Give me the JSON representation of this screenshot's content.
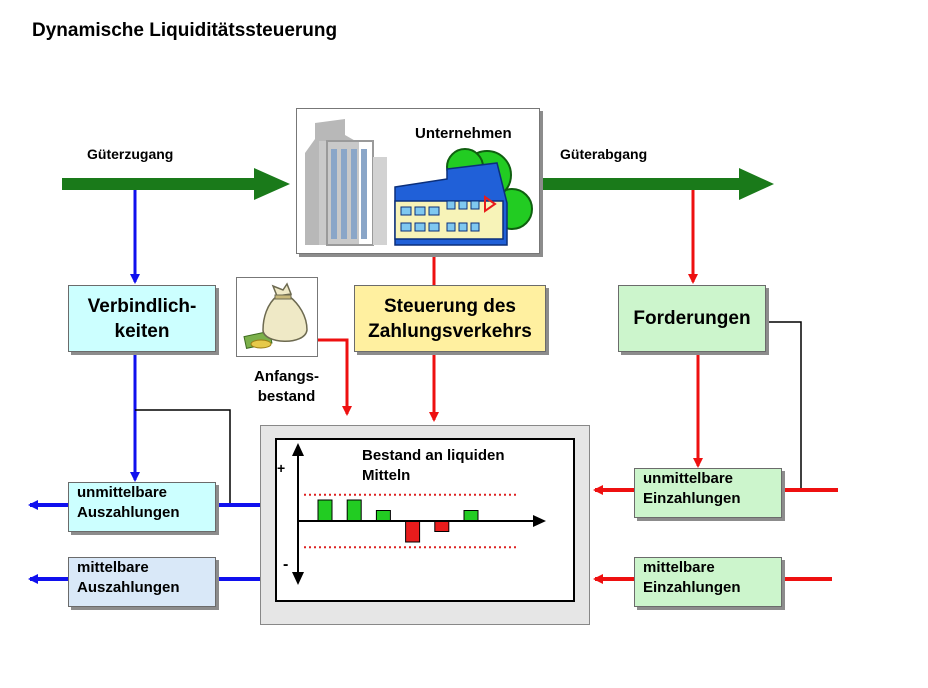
{
  "title": "Dynamische Liquiditätssteuerung",
  "labels": {
    "gueterzugang": "Güterzugang",
    "gueterabgang": "Güterabgang",
    "unternehmen": "Unternehmen",
    "anfangsbestand_1": "Anfangs-",
    "anfangsbestand_2": "bestand"
  },
  "boxes": {
    "verbindlichkeiten_1": "Verbindlich-",
    "verbindlichkeiten_2": "keiten",
    "steuerung_1": "Steuerung des",
    "steuerung_2": "Zahlungsverkehrs",
    "forderungen": "Forderungen",
    "unm_auszahlungen_1": "unmittelbare",
    "unm_auszahlungen_2": "Auszahlungen",
    "mit_auszahlungen_1": "mittelbare",
    "mit_auszahlungen_2": "Auszahlungen",
    "unm_einzahlungen_1": "unmittelbare",
    "unm_einzahlungen_2": "Einzahlungen",
    "mit_einzahlungen_1": "mittelbare",
    "mit_einzahlungen_2": "Einzahlungen"
  },
  "chart": {
    "title_1": "Bestand an liquiden",
    "title_2": "Mitteln",
    "plus": "+",
    "minus": "-"
  },
  "chart_data": {
    "type": "bar",
    "title": "Bestand an liquiden Mitteln",
    "values": [
      2,
      2,
      1,
      -2,
      -1,
      1
    ],
    "ylim": [
      -3,
      3
    ],
    "upper_limit": 2.5,
    "lower_limit": -2.5,
    "colors": {
      "positive": "#22cc22",
      "negative": "#e81c1c"
    }
  },
  "colors": {
    "goods_flow": "#1a7a1a",
    "liabilities": "#1010ee",
    "receivables": "#ee1010",
    "limit_line": "#dd2222"
  }
}
